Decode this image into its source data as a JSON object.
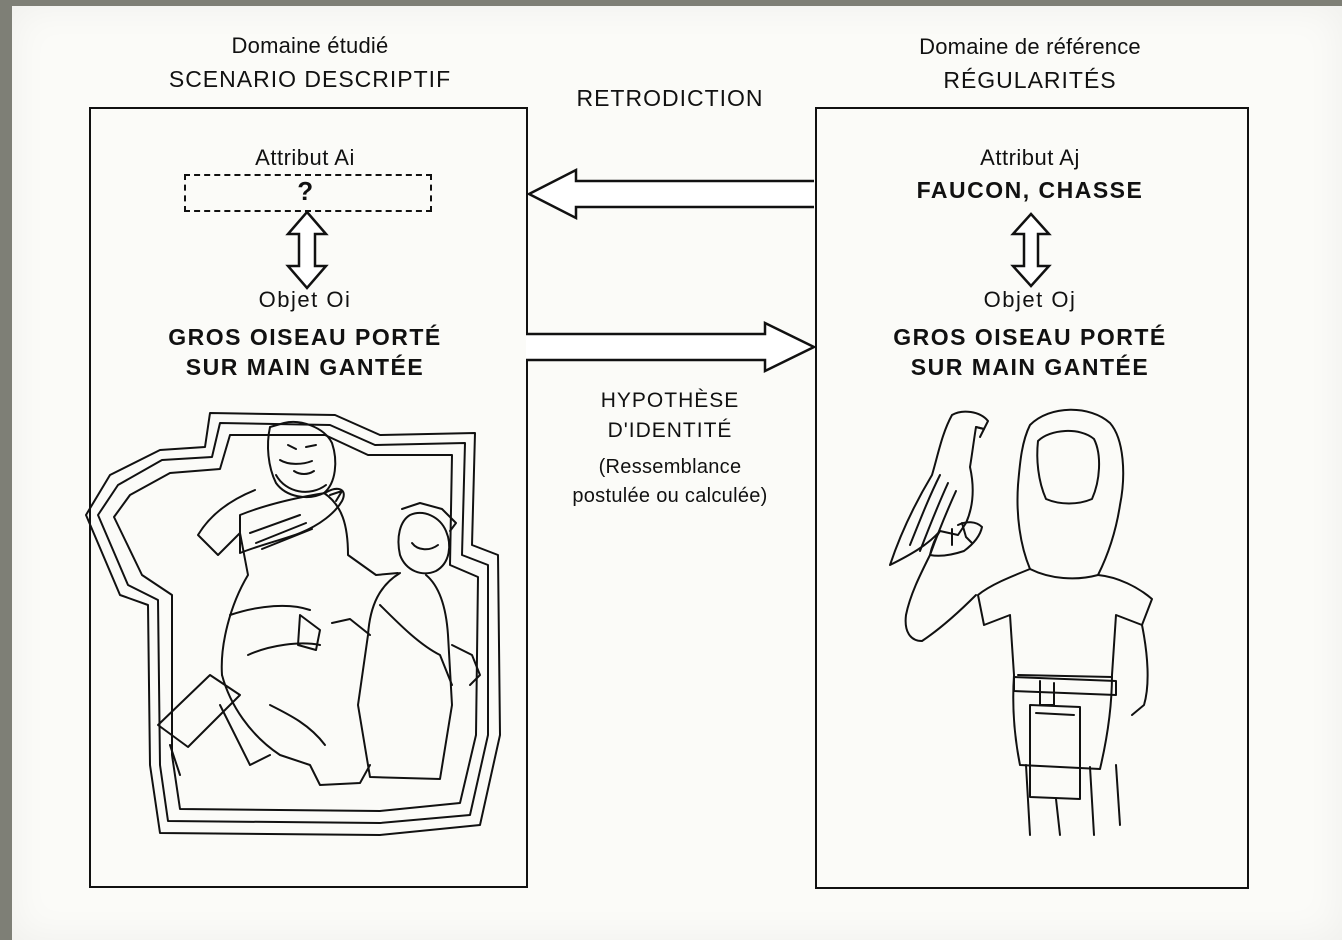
{
  "left": {
    "header_line1": "Domaine étudié",
    "header_line2": "SCENARIO DESCRIPTIF",
    "attribute_label": "Attribut Ai",
    "attribute_value": "?",
    "object_label": "Objet Oi",
    "object_desc_line1": "GROS OISEAU PORTÉ",
    "object_desc_line2": "SUR MAIN GANTÉE"
  },
  "right": {
    "header_line1": "Domaine de référence",
    "header_line2": "RÉGULARITÉS",
    "attribute_label": "Attribut Aj",
    "attribute_value": "FAUCON, CHASSE",
    "object_label": "Objet Oj",
    "object_desc_line1": "GROS OISEAU PORTÉ",
    "object_desc_line2": "SUR MAIN GANTÉE"
  },
  "middle": {
    "retrodiction": "RETRODICTION",
    "hypothesis_line1": "HYPOTHÈSE",
    "hypothesis_line2": "D'IDENTITÉ",
    "note_line1": "(Ressemblance",
    "note_line2": "postulée ou calculée)"
  }
}
